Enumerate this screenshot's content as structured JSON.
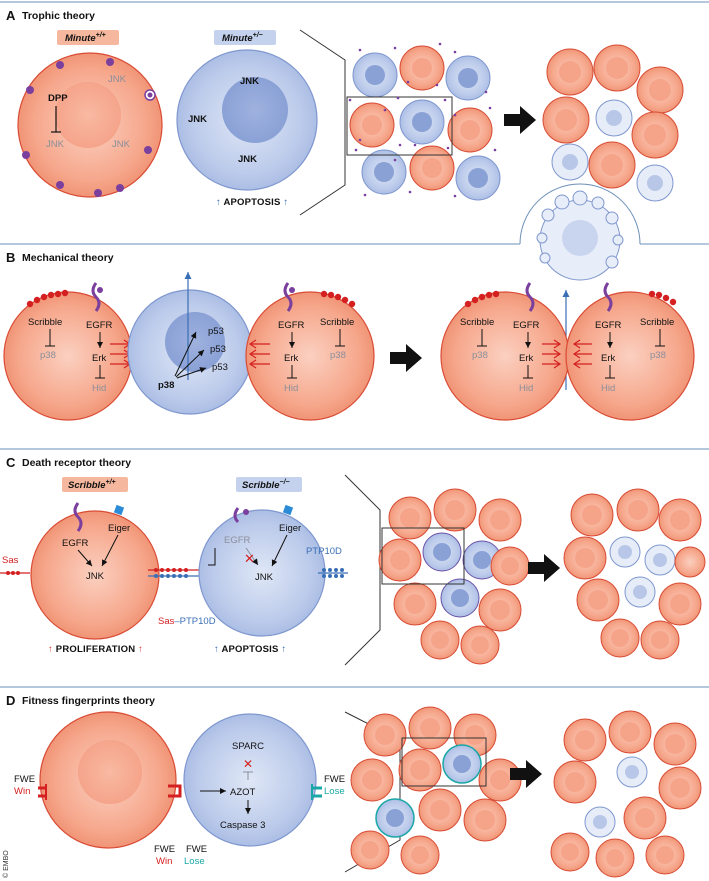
{
  "panels": {
    "A": {
      "letter": "A",
      "title": "Trophic theory",
      "minus_wt": "Minute",
      "minus_wt_sup": "+/+",
      "minus_het": "Minute",
      "minus_het_sup": "+/−",
      "dpp": "DPP",
      "jnk": "JNK",
      "apoptosis": "APOPTOSIS"
    },
    "B": {
      "letter": "B",
      "title": "Mechanical theory",
      "scribble": "Scribble",
      "p38": "p38",
      "egfr": "EGFR",
      "erk": "Erk",
      "hid": "Hid",
      "p53": "p53"
    },
    "C": {
      "letter": "C",
      "title": "Death receptor theory",
      "scrib_wt": "Scribble",
      "scrib_wt_sup": "+/+",
      "scrib_mut": "Scribble",
      "scrib_mut_sup": "−/−",
      "egfr": "EGFR",
      "eiger": "Eiger",
      "jnk": "JNK",
      "sas": "Sas",
      "ptp10d": "PTP10D",
      "sas_ptp_1": "Sas",
      "sas_ptp_2": "–PTP10D",
      "proliferation": "PROLIFERATION",
      "apoptosis": "APOPTOSIS"
    },
    "D": {
      "letter": "D",
      "title": "Fitness fingerprints theory",
      "fwe": "FWE",
      "win": "Win",
      "lose": "Lose",
      "sparc": "SPARC",
      "azot": "AZOT",
      "caspase": "Caspase 3"
    }
  },
  "copyright": "© EMBO",
  "colors": {
    "winner": "#f5a48a",
    "loser": "#b8c7e8",
    "divider": "#6b8fb8",
    "red": "#d42020",
    "teal": "#1aa7a7",
    "purple": "#7b3f9e"
  }
}
